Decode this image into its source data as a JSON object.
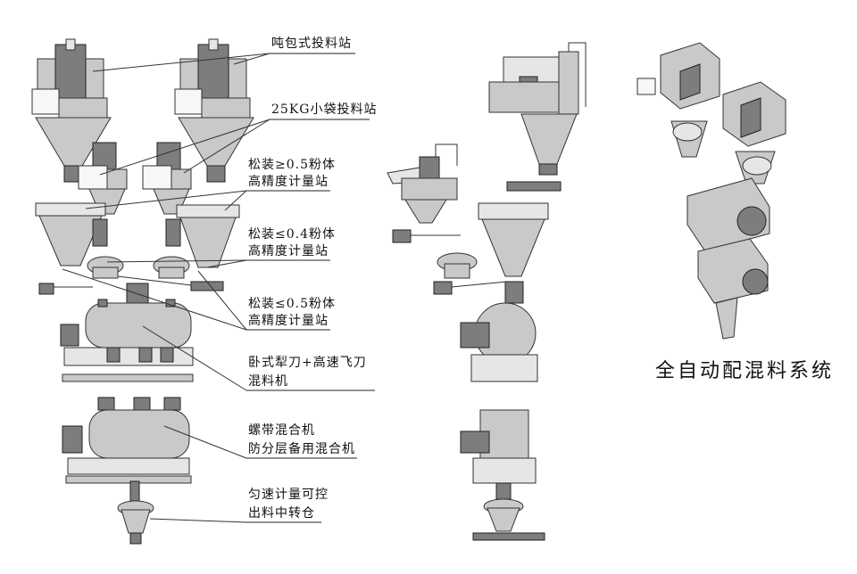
{
  "labels": {
    "ton_bag_station": "吨包式投料站",
    "small_bag_station": "25KG小袋投料站",
    "loose_05_line1": "松装≥0.5粉体",
    "loose_05_line2": "高精度计量站",
    "loose_04_line1": "松装≤0.4粉体",
    "loose_04_line2": "高精度计量站",
    "loose_05b_line1": "松装≤0.5粉体",
    "loose_05b_line2": "高精度计量站",
    "plough_mixer_line1": "卧式犁刀+高速飞刀",
    "plough_mixer_line2": "混料机",
    "ribbon_mixer_line1": "螺带混合机",
    "ribbon_mixer_line2": "防分层备用混合机",
    "transfer_bin_line1": "匀速计量可控",
    "transfer_bin_line2": "出料中转仓"
  },
  "system_title": "全自动配混料系统"
}
